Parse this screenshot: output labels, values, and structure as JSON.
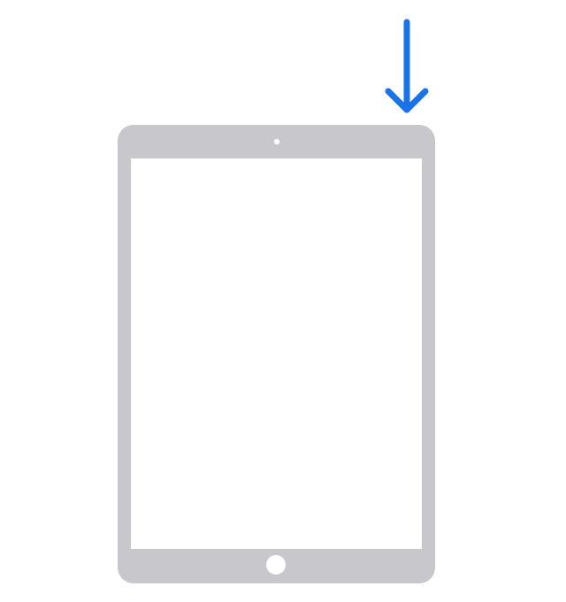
{
  "scene": {
    "device": {
      "type": "tablet-ipad",
      "orientation": "portrait",
      "buttons": [
        "top-button",
        "home-button"
      ],
      "body_color": "#c8c8cc",
      "screen_color": "#ffffff",
      "camera_color": "#ffffff"
    },
    "indicator": {
      "icon": "arrow-down-icon",
      "direction": "down",
      "target": "top-button",
      "color": "#1a74e8"
    }
  }
}
